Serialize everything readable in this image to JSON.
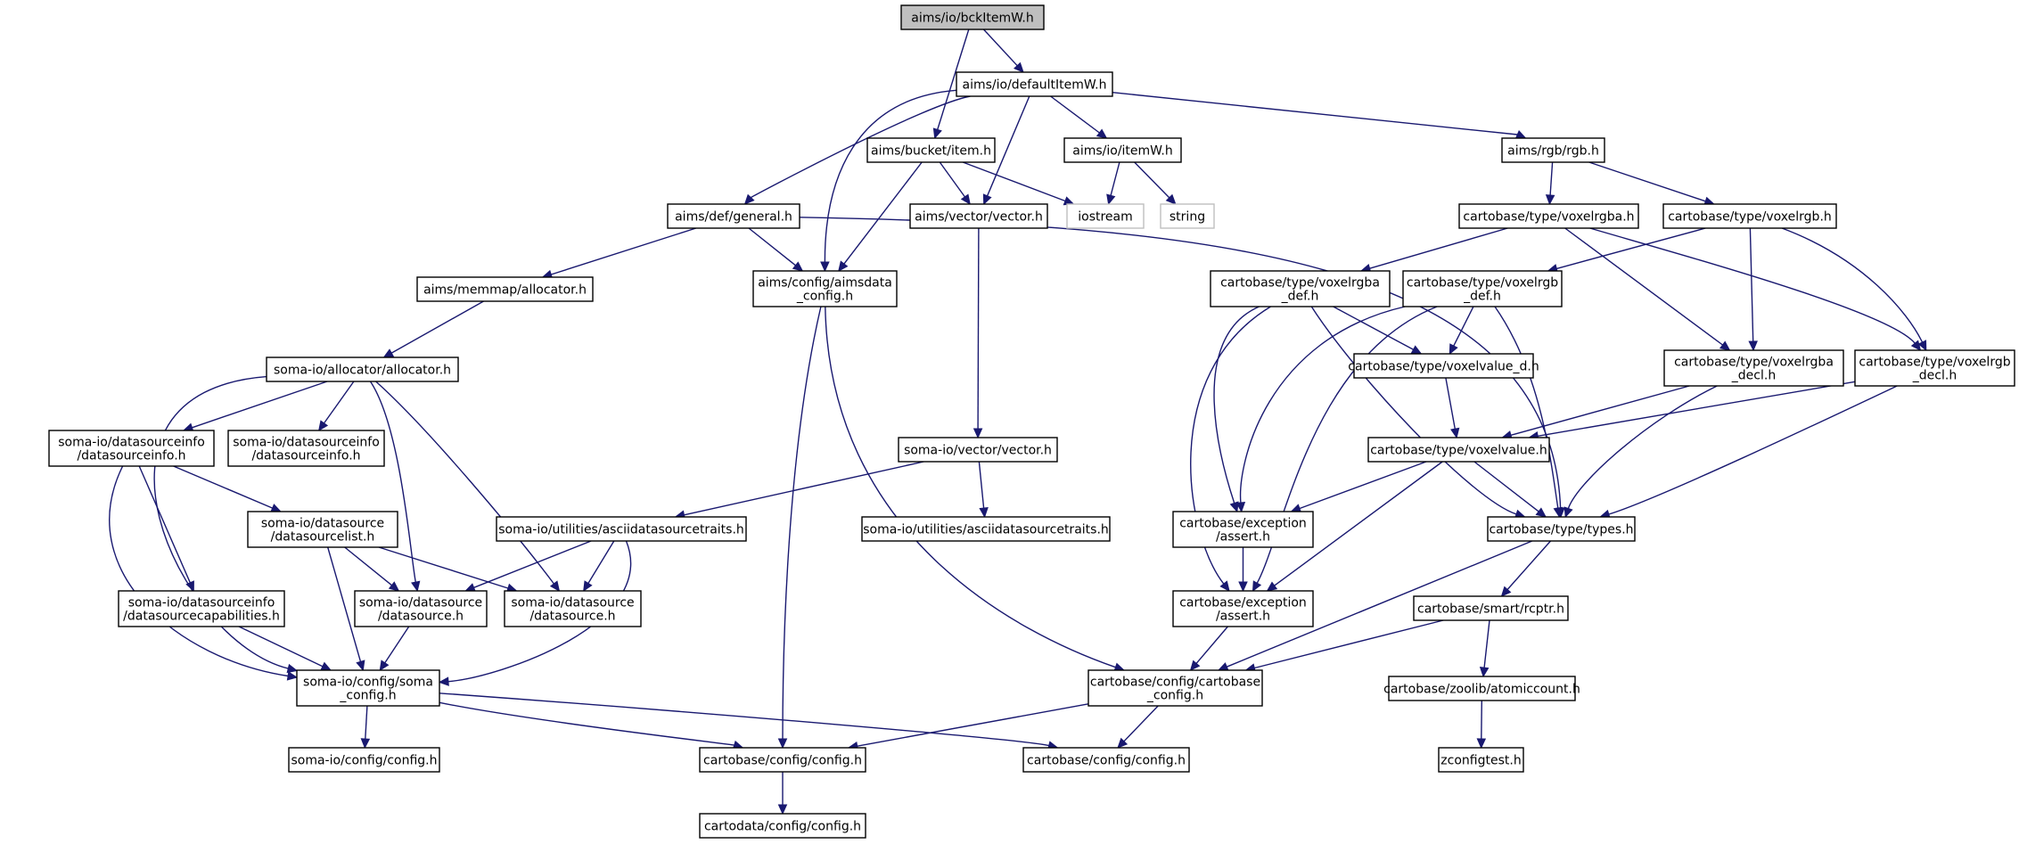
{
  "graph": {
    "root": "aims/io/bckItemW.h",
    "nodes": [
      {
        "id": "n0",
        "lines": [
          "aims/io/bckItemW.h"
        ],
        "kind": "root"
      },
      {
        "id": "n1",
        "lines": [
          "aims/io/defaultItemW.h"
        ],
        "kind": "file"
      },
      {
        "id": "n2",
        "lines": [
          "aims/bucket/item.h"
        ],
        "kind": "file"
      },
      {
        "id": "n3",
        "lines": [
          "aims/io/itemW.h"
        ],
        "kind": "file"
      },
      {
        "id": "n4",
        "lines": [
          "aims/rgb/rgb.h"
        ],
        "kind": "file"
      },
      {
        "id": "n5",
        "lines": [
          "aims/def/general.h"
        ],
        "kind": "file"
      },
      {
        "id": "n6",
        "lines": [
          "aims/vector/vector.h"
        ],
        "kind": "file"
      },
      {
        "id": "n7",
        "lines": [
          "iostream"
        ],
        "kind": "system"
      },
      {
        "id": "n8",
        "lines": [
          "string"
        ],
        "kind": "system"
      },
      {
        "id": "n9",
        "lines": [
          "cartobase/type/voxelrgba.h"
        ],
        "kind": "file"
      },
      {
        "id": "n10",
        "lines": [
          "cartobase/type/voxelrgb.h"
        ],
        "kind": "file"
      },
      {
        "id": "n11",
        "lines": [
          "aims/memmap/allocator.h"
        ],
        "kind": "file"
      },
      {
        "id": "n12",
        "lines": [
          "aims/config/aimsdata",
          "_config.h"
        ],
        "kind": "file"
      },
      {
        "id": "n13",
        "lines": [
          "cartobase/type/voxelrgba",
          "_def.h"
        ],
        "kind": "file"
      },
      {
        "id": "n14",
        "lines": [
          "cartobase/type/voxelrgb",
          "_def.h"
        ],
        "kind": "file"
      },
      {
        "id": "n15",
        "lines": [
          "soma-io/allocator/allocator.h"
        ],
        "kind": "file"
      },
      {
        "id": "n16",
        "lines": [
          "cartobase/type/voxelvalue_d.h"
        ],
        "kind": "file"
      },
      {
        "id": "n17",
        "lines": [
          "cartobase/type/voxelrgba",
          "_decl.h"
        ],
        "kind": "file"
      },
      {
        "id": "n18",
        "lines": [
          "cartobase/type/voxelrgb",
          "_decl.h"
        ],
        "kind": "file"
      },
      {
        "id": "n19",
        "lines": [
          "soma-io/datasourceinfo",
          "/datasourceinfo.h"
        ],
        "kind": "file"
      },
      {
        "id": "n20",
        "lines": [
          "soma-io/datasourceinfo",
          "/datasourceinfo.h"
        ],
        "kind": "file"
      },
      {
        "id": "n21",
        "lines": [
          "soma-io/vector/vector.h"
        ],
        "kind": "file"
      },
      {
        "id": "n22",
        "lines": [
          "cartobase/type/voxelvalue.h"
        ],
        "kind": "file"
      },
      {
        "id": "n23",
        "lines": [
          "soma-io/datasource",
          "/datasourcelist.h"
        ],
        "kind": "file"
      },
      {
        "id": "n24",
        "lines": [
          "soma-io/utilities/asciidatasourcetraits.h"
        ],
        "kind": "file"
      },
      {
        "id": "n25",
        "lines": [
          "soma-io/utilities/asciidatasourcetraits.h"
        ],
        "kind": "file"
      },
      {
        "id": "n26",
        "lines": [
          "cartobase/exception",
          "/assert.h"
        ],
        "kind": "file"
      },
      {
        "id": "n27",
        "lines": [
          "cartobase/type/types.h"
        ],
        "kind": "file"
      },
      {
        "id": "n28",
        "lines": [
          "soma-io/datasourceinfo",
          "/datasourcecapabilities.h"
        ],
        "kind": "file"
      },
      {
        "id": "n29",
        "lines": [
          "soma-io/datasource",
          "/datasource.h"
        ],
        "kind": "file"
      },
      {
        "id": "n30",
        "lines": [
          "soma-io/datasource",
          "/datasource.h"
        ],
        "kind": "file"
      },
      {
        "id": "n31",
        "lines": [
          "cartobase/exception",
          "/assert.h"
        ],
        "kind": "file"
      },
      {
        "id": "n32",
        "lines": [
          "cartobase/smart/rcptr.h"
        ],
        "kind": "file"
      },
      {
        "id": "n33",
        "lines": [
          "soma-io/config/soma",
          "_config.h"
        ],
        "kind": "file"
      },
      {
        "id": "n34",
        "lines": [
          "cartobase/config/cartobase",
          "_config.h"
        ],
        "kind": "file"
      },
      {
        "id": "n35",
        "lines": [
          "cartobase/zoolib/atomiccount.h"
        ],
        "kind": "file"
      },
      {
        "id": "n36",
        "lines": [
          "soma-io/config/config.h"
        ],
        "kind": "file"
      },
      {
        "id": "n37",
        "lines": [
          "cartobase/config/config.h"
        ],
        "kind": "file"
      },
      {
        "id": "n38",
        "lines": [
          "cartobase/config/config.h"
        ],
        "kind": "file"
      },
      {
        "id": "n39",
        "lines": [
          "zconfigtest.h"
        ],
        "kind": "file"
      },
      {
        "id": "n40",
        "lines": [
          "cartodata/config/config.h"
        ],
        "kind": "file"
      }
    ],
    "edges": [
      [
        "n0",
        "n1"
      ],
      [
        "n0",
        "n2"
      ],
      [
        "n1",
        "n5"
      ],
      [
        "n1",
        "n12"
      ],
      [
        "n1",
        "n6"
      ],
      [
        "n1",
        "n3"
      ],
      [
        "n1",
        "n4"
      ],
      [
        "n2",
        "n6"
      ],
      [
        "n2",
        "n12"
      ],
      [
        "n2",
        "n7"
      ],
      [
        "n3",
        "n7"
      ],
      [
        "n3",
        "n8"
      ],
      [
        "n4",
        "n9"
      ],
      [
        "n4",
        "n10"
      ],
      [
        "n5",
        "n11"
      ],
      [
        "n5",
        "n12"
      ],
      [
        "n5",
        "n27"
      ],
      [
        "n6",
        "n21"
      ],
      [
        "n9",
        "n13"
      ],
      [
        "n9",
        "n17"
      ],
      [
        "n9",
        "n18"
      ],
      [
        "n10",
        "n14"
      ],
      [
        "n10",
        "n17"
      ],
      [
        "n10",
        "n18"
      ],
      [
        "n11",
        "n15"
      ],
      [
        "n12",
        "n37"
      ],
      [
        "n12",
        "n34"
      ],
      [
        "n13",
        "n16"
      ],
      [
        "n13",
        "n26"
      ],
      [
        "n13",
        "n31"
      ],
      [
        "n13",
        "n27"
      ],
      [
        "n14",
        "n16"
      ],
      [
        "n14",
        "n26"
      ],
      [
        "n14",
        "n31"
      ],
      [
        "n14",
        "n27"
      ],
      [
        "n15",
        "n19"
      ],
      [
        "n15",
        "n20"
      ],
      [
        "n15",
        "n29"
      ],
      [
        "n15",
        "n30"
      ],
      [
        "n15",
        "n33"
      ],
      [
        "n16",
        "n22"
      ],
      [
        "n17",
        "n22"
      ],
      [
        "n17",
        "n27"
      ],
      [
        "n18",
        "n22"
      ],
      [
        "n18",
        "n27"
      ],
      [
        "n19",
        "n23"
      ],
      [
        "n19",
        "n28"
      ],
      [
        "n19",
        "n33"
      ],
      [
        "n21",
        "n24"
      ],
      [
        "n21",
        "n25"
      ],
      [
        "n22",
        "n26"
      ],
      [
        "n22",
        "n27"
      ],
      [
        "n22",
        "n31"
      ],
      [
        "n23",
        "n29"
      ],
      [
        "n23",
        "n30"
      ],
      [
        "n23",
        "n33"
      ],
      [
        "n24",
        "n29"
      ],
      [
        "n24",
        "n30"
      ],
      [
        "n24",
        "n33"
      ],
      [
        "n26",
        "n31"
      ],
      [
        "n27",
        "n32"
      ],
      [
        "n27",
        "n34"
      ],
      [
        "n28",
        "n33"
      ],
      [
        "n29",
        "n33"
      ],
      [
        "n31",
        "n34"
      ],
      [
        "n32",
        "n34"
      ],
      [
        "n32",
        "n35"
      ],
      [
        "n33",
        "n36"
      ],
      [
        "n33",
        "n37"
      ],
      [
        "n33",
        "n38"
      ],
      [
        "n34",
        "n37"
      ],
      [
        "n34",
        "n38"
      ],
      [
        "n35",
        "n39"
      ],
      [
        "n37",
        "n40"
      ]
    ]
  }
}
